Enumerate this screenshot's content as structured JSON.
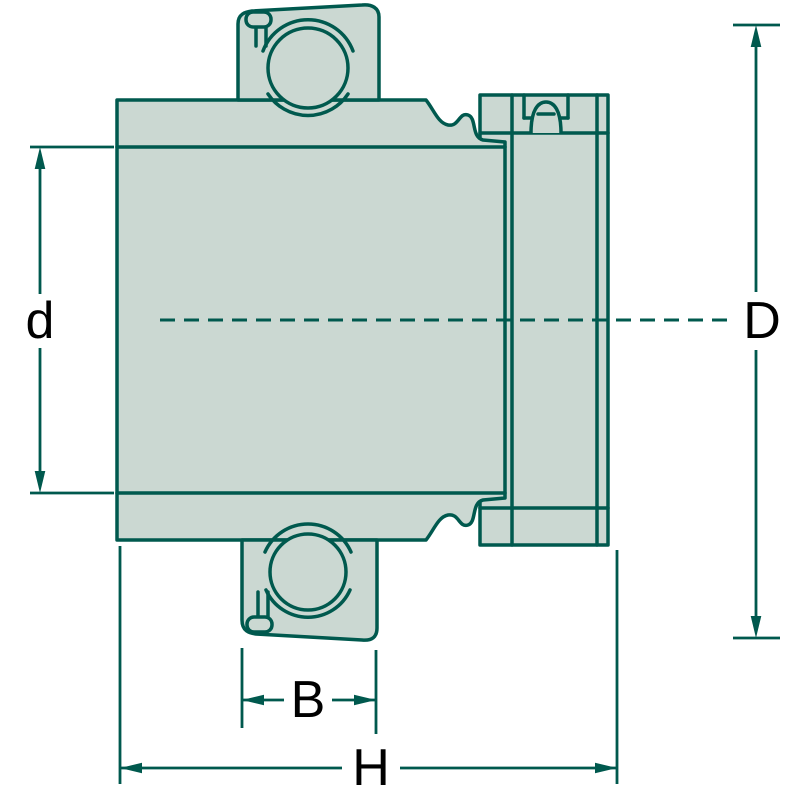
{
  "diagram": {
    "colors": {
      "line": "#00594e",
      "fill": "#cbd8d2",
      "text": "#000000",
      "background": "#ffffff"
    },
    "labels": {
      "bore_diameter": "d",
      "outside_diameter": "D",
      "inner_ring_width": "B",
      "total_width": "H"
    }
  }
}
